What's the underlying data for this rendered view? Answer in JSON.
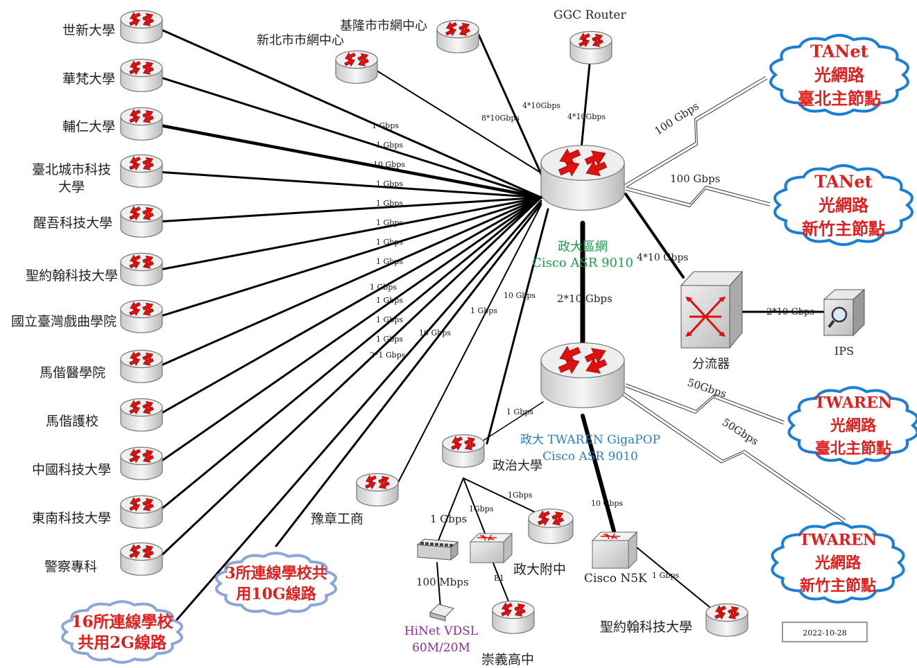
{
  "schools": [
    {
      "name": "世新大學"
    },
    {
      "name": "華梵大學"
    },
    {
      "name": "輔仁大學"
    },
    {
      "name": "臺北城市科技",
      "name2": "大學"
    },
    {
      "name": "醒吾科技大學"
    },
    {
      "name": "聖約翰科技大學"
    },
    {
      "name": "國立臺灣戲曲學院"
    },
    {
      "name": "馬偕醫學院"
    },
    {
      "name": "馬偕護校"
    },
    {
      "name": "中國科技大學"
    },
    {
      "name": "東南科技大學"
    },
    {
      "name": "警察專科"
    }
  ],
  "fan_bandwidths": [
    "1 Gbps",
    "1 Gbps",
    "10 Gbps",
    "1 Gbps",
    "1 Gbps",
    "1 Gbps",
    "1 Gbps",
    "1 Gbps",
    "1 Gbps",
    "1 Gbps",
    "1 Gbps",
    "1 Gbps",
    "2*1 Gbps",
    "10 Gbps",
    "10 Gbps",
    "1 Gbps"
  ],
  "top_nodes": {
    "keelung": "基隆市市網中心",
    "new_taipei": "新北市市網中心",
    "ggc": "GGC Router",
    "keelung_bw": "4*10Gbps",
    "new_taipei_bw": "8*10Gbps",
    "ggc_bw": "4*10Gbps"
  },
  "core": {
    "name": "政大區網",
    "model": "Cisco ASR 9010",
    "link_to_gigapop": "2*10 Gbps",
    "tanet_bw_1": "100 Gbps",
    "tanet_bw_2": "100 Gbps",
    "splitter_bw": "4*10 Gbps"
  },
  "gigapop": {
    "name": "政大 TWAREN GigaPOP",
    "model": "Cisco ASR 9010",
    "twaren_bw_1": "50Gbps",
    "twaren_bw_2": "50Gbps",
    "n5k_bw": "10 Gbps",
    "nccu_bw": "1 Gbps"
  },
  "splitter": {
    "label": "分流器",
    "ips_bw": "2*10 Gbps",
    "ips_label": "IPS"
  },
  "clouds": {
    "tanet_taipei": [
      "TANet",
      "光網路",
      "臺北主節點"
    ],
    "tanet_hsinchu": [
      "TANet",
      "光網路",
      "新竹主節點"
    ],
    "twaren_taipei": [
      "TWAREN",
      "光網路",
      "臺北主節點"
    ],
    "twaren_hsinchu": [
      "TWAREN",
      "光網路",
      "新竹主節點"
    ],
    "shared_2g": [
      "16所連線學校",
      "共用2G線路"
    ],
    "shared_10g": [
      "3所連線學校共",
      "用10G線路"
    ]
  },
  "nccu": {
    "label": "政治大學",
    "hinet_bw": "1 Gbps",
    "switch_bw": "1Gbps",
    "affiliated_bw": "1Gbps",
    "switch_speed": "100 Mbps",
    "e1": "E1",
    "hinet_l1": "HiNet VDSL",
    "hinet_l2": "60M/20M",
    "affiliated": "政大附中",
    "chongyi": "崇義高中"
  },
  "yuzhang": "豫章工商",
  "n5k": {
    "label": "Cisco N5K",
    "bw": "1 Gbps",
    "sjtu": "聖約翰科技大學"
  },
  "date": "2022-10-28",
  "colors": {
    "core_label": "#1a9a4a",
    "gigapop_label": "#2a7fc0",
    "cloud_border": "#1a7fd4",
    "cloud_red": "#e0201e",
    "hinet_purple": "#8a2c9a",
    "arrow_red": "#e01010"
  }
}
